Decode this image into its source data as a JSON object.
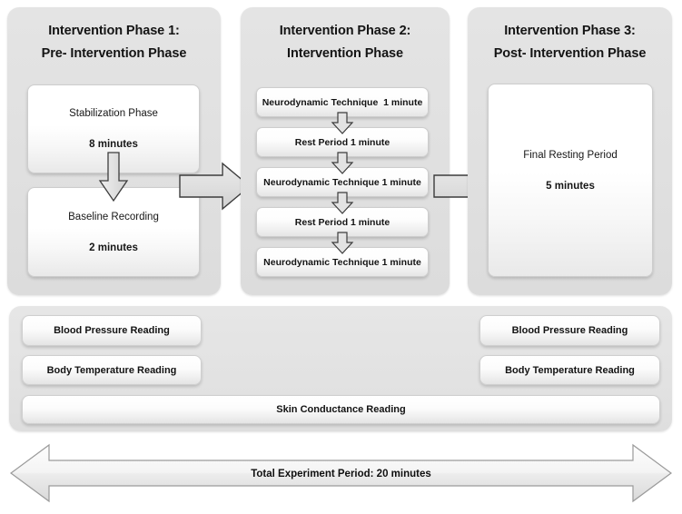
{
  "diagram": {
    "phases": [
      {
        "title_line1": "Intervention Phase 1:",
        "title_line2": "Pre- Intervention Phase",
        "steps": [
          {
            "name": "Stabilization Phase",
            "duration": "8 minutes"
          },
          {
            "name": "Baseline Recording",
            "duration": "2 minutes"
          }
        ]
      },
      {
        "title_line1": "Intervention Phase 2:",
        "title_line2": "Intervention Phase",
        "sequence": [
          "Neurodynamic Technique  1 minute",
          "Rest Period 1 minute",
          "Neurodynamic Technique 1 minute",
          "Rest Period 1 minute",
          "Neurodynamic Technique 1 minute"
        ]
      },
      {
        "title_line1": "Intervention Phase 3:",
        "title_line2": "Post- Intervention Phase",
        "steps": [
          {
            "name": "Final Resting Period",
            "duration": "5 minutes"
          }
        ]
      }
    ],
    "measurements": {
      "pre": [
        "Blood Pressure Reading",
        "Body Temperature Reading"
      ],
      "post": [
        "Blood Pressure Reading",
        "Body Temperature Reading"
      ],
      "continuous": "Skin Conductance Reading"
    },
    "total_period": "Total Experiment Period: 20 minutes",
    "colors": {
      "panel_fill": "#e0e0e0",
      "box_fill": "#ffffff",
      "box_border": "#cdcdcd",
      "arrow_fill": "#dcdcdc",
      "arrow_stroke": "#3c3c3c",
      "text": "#141414"
    }
  }
}
